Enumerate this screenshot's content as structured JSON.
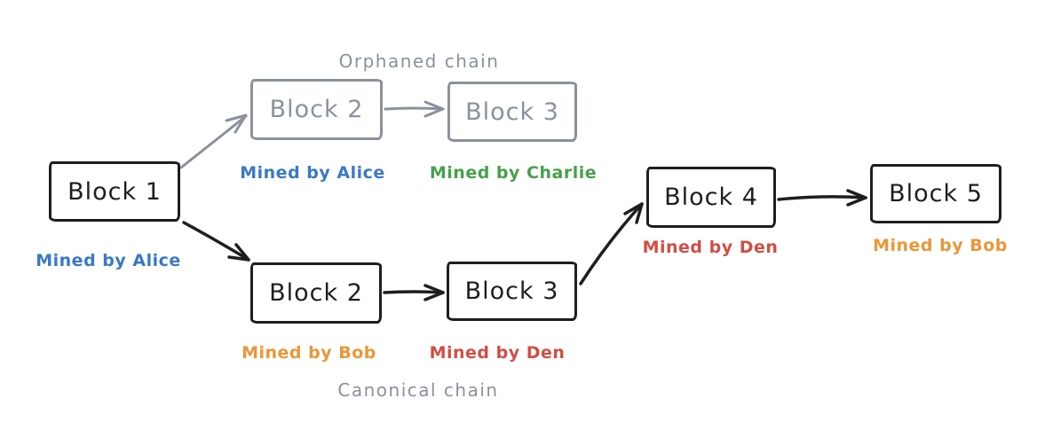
{
  "colors": {
    "ink": "#1e1e1e",
    "gray": "#8a919c",
    "blue": "#3a79c4",
    "green": "#47a04c",
    "orange": "#eb9637",
    "red": "#d14e44",
    "background": "#ffffff"
  },
  "diagram": {
    "genesis": {
      "label": "Block 1",
      "miner": "Mined by Alice"
    },
    "orphaned": {
      "title": "Orphaned chain",
      "block2": {
        "label": "Block 2",
        "miner": "Mined by Alice"
      },
      "block3": {
        "label": "Block 3",
        "miner": "Mined by Charlie"
      }
    },
    "canonical": {
      "title": "Canonical chain",
      "block2": {
        "label": "Block 2",
        "miner": "Mined by Bob"
      },
      "block3": {
        "label": "Block 3",
        "miner": "Mined by Den"
      },
      "block4": {
        "label": "Block 4",
        "miner": "Mined by Den"
      },
      "block5": {
        "label": "Block 5",
        "miner": "Mined by Bob"
      }
    }
  }
}
